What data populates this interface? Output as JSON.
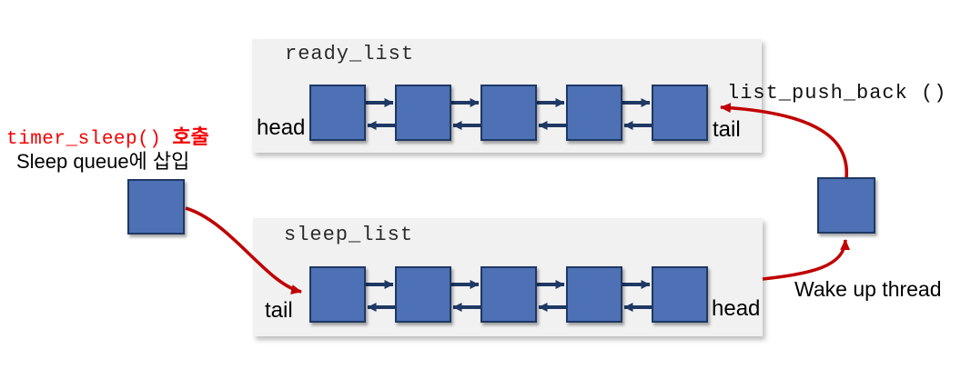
{
  "ready_list": {
    "title": "ready_list",
    "head_label": "head",
    "tail_label": "tail",
    "node_count": 5
  },
  "sleep_list": {
    "title": "sleep_list",
    "head_label": "head",
    "tail_label": "tail",
    "node_count": 5
  },
  "annotations": {
    "timer_sleep_code": "timer_sleep()",
    "timer_sleep_suffix": "호출",
    "sleep_queue_insert": "Sleep queue에 삽입",
    "list_push_back": "list_push_back ()",
    "wake_up_thread": "Wake up thread"
  },
  "colors": {
    "node_fill": "#4e70b4",
    "node_border": "#1f3864",
    "link_arrow": "#1f3864",
    "flow_arrow": "#c00000",
    "panel_bg": "#f1f1f1",
    "red_text": "#f40000"
  }
}
